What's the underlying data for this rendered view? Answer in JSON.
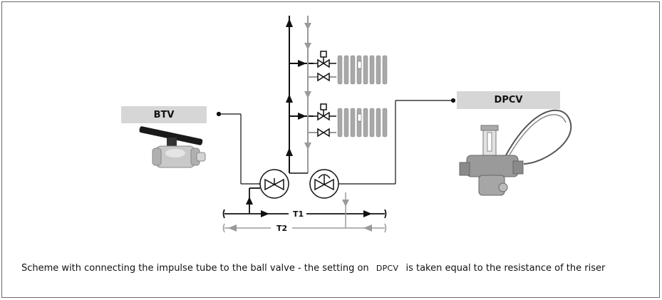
{
  "labels": {
    "btv": "BTV",
    "dpcv": "DPCV",
    "t1": "T1",
    "t2": "T2"
  },
  "caption": {
    "before": "Scheme with connecting the impulse tube to the ball valve - the setting on",
    "highlight": "DPCV",
    "after": "is taken equal to the resistance of the riser"
  },
  "colors": {
    "label_background": "#d6d6d6",
    "line": "#111111",
    "return_line": "#9a9a9a",
    "radiator": "#a8a8a8",
    "frame": "#6a6a6a"
  },
  "icons": [
    "ball-valve-icon",
    "pressure-controller-valve-icon",
    "radiator-icon",
    "balancing-valve-icon",
    "flow-arrow-icon"
  ]
}
